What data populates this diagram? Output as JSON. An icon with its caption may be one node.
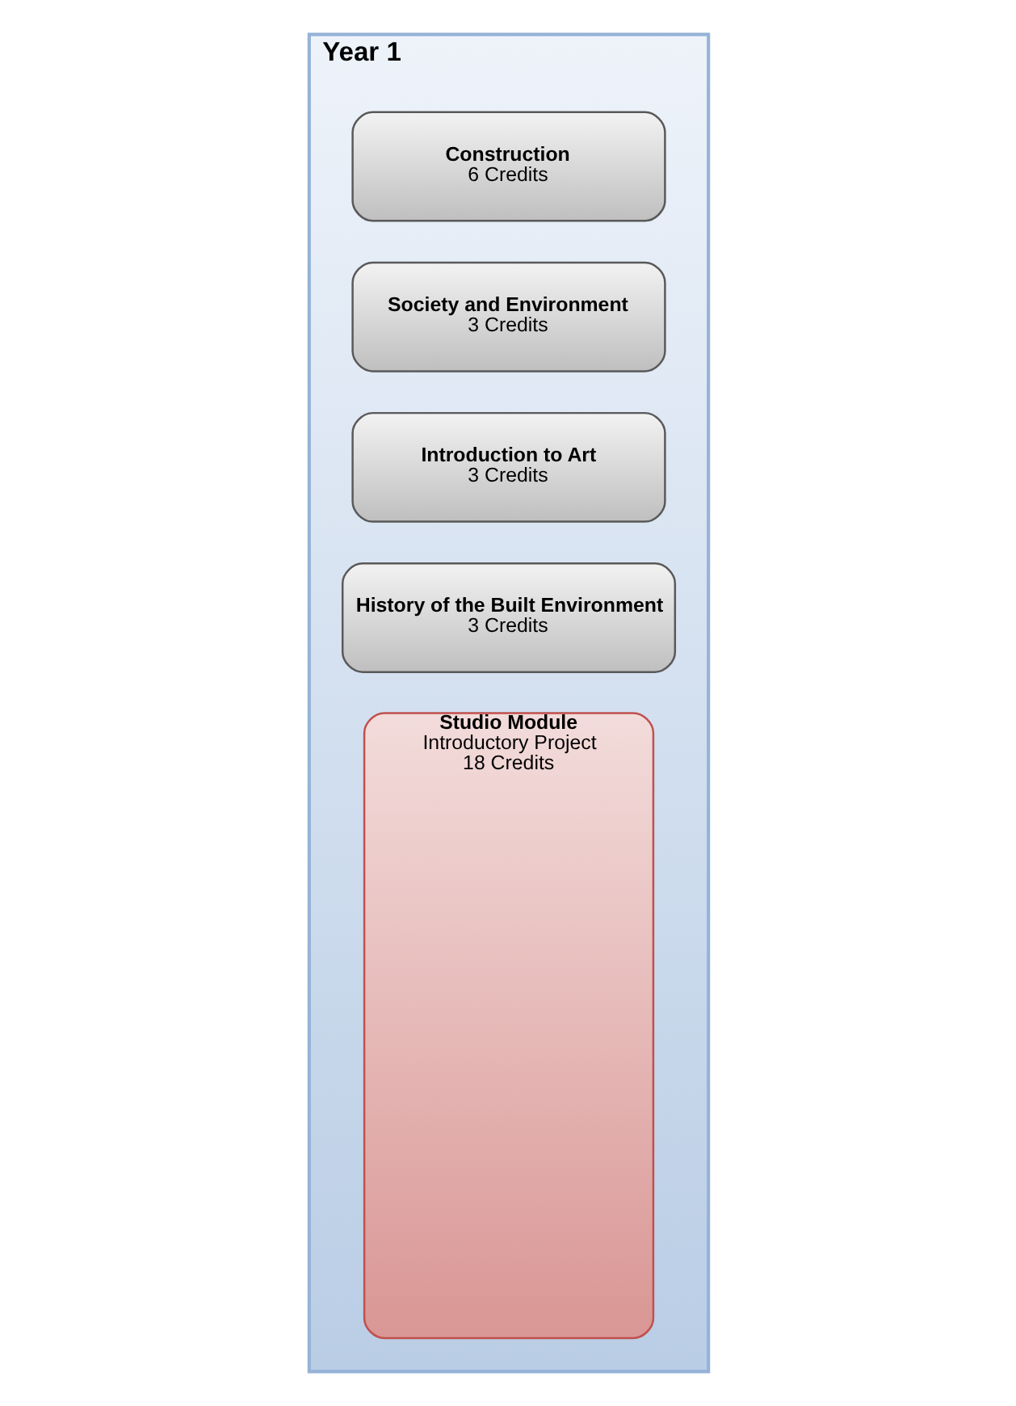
{
  "diagram": {
    "nodes": [
      {
        "text": [
          "Year 1"
        ]
      },
      {
        "text": [
          "Studio Module",
          "Introductory Project",
          "18 Credits"
        ],
        "in": 0
      },
      {
        "text": [
          "History of the Built Environment",
          "3 Credits"
        ],
        "in": 0
      },
      {
        "text": [
          "Introduction to Art",
          "3 Credits"
        ],
        "in": 0
      },
      {
        "text": [
          "Society and Environment",
          "3 Credits"
        ],
        "in": 0
      },
      {
        "text": [
          "Construction",
          "6 Credits"
        ],
        "in": 0
      }
    ],
    "edges": []
  }
}
